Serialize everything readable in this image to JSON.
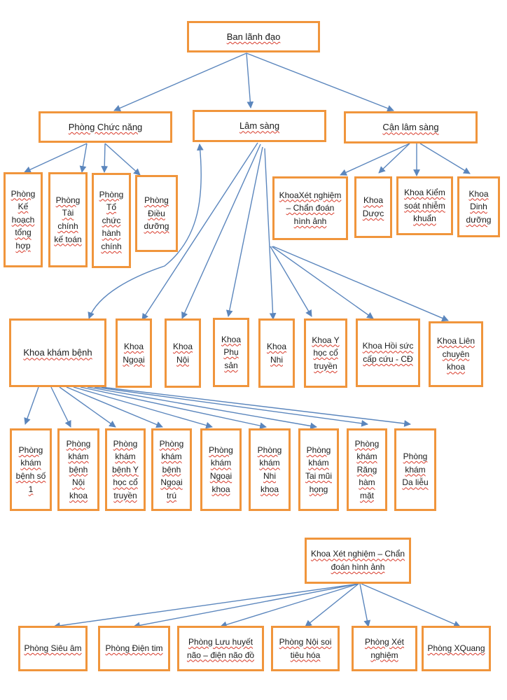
{
  "colors": {
    "box_border": "#f0953c",
    "connector": "#5b86bd",
    "spell_underline": "#d83a2a"
  },
  "nodes": {
    "ban_lanh_dao": "Ban lãnh đạo",
    "phong_chuc_nang": "Phòng Chức năng",
    "lam_sang": "Lâm sàng",
    "can_lam_sang": "Cận lâm sàng",
    "p_ke_hoach": "Phòng Kế hoạch tổng hợp",
    "p_tai_chinh": "Phòng Tài chính kế toán",
    "p_to_chuc": "Phòng Tổ chức hành chính",
    "p_dieu_duong": "Phòng Điều dưỡng",
    "k_xet_nghiem": "KhoaXét nghiệm – Chẩn đoán hình ảnh",
    "k_duoc": "Khoa Dược",
    "k_ksnk": "Khoa Kiểm soát nhiễm khuẩn",
    "k_dinh_duong": "Khoa Dinh dưỡng",
    "k_kham_benh": "Khoa khám bệnh",
    "k_ngoai": "Khoa Ngoại",
    "k_noi": "Khoa Nội",
    "k_phu_san": "Khoa Phụ sản",
    "k_nhi": "Khoa Nhi",
    "k_yhct": "Khoa Y học cổ truyền",
    "k_hoi_suc": "Khoa Hồi sức cấp cứu - CĐ",
    "k_lien_ck": "Khoa Liên chuyên khoa",
    "pk_so1": "Phòng khám bệnh số 1",
    "pk_noi": "Phòng khám bệnh Nội khoa",
    "pk_yhct": "Phòng khám bệnh Y học cổ truyền",
    "pk_ngoai_tru": "Phòng khám bệnh Ngoại trú",
    "pk_ngoai_khoa": "Phòng khám Ngoại khoa",
    "pk_nhi": "Phòng khám Nhi khoa",
    "pk_tmh": "Phòng khám Tai mũi họng",
    "pk_rhm": "Phòng khám Răng hàm mặt",
    "pk_da_lieu": "Phòng khám Da liễu",
    "k_xn_cdha": "Khoa Xét nghiệm – Chẩn đoán hình ảnh",
    "p_sieu_am": "Phòng Siêu âm",
    "p_dien_tim": "Phòng Điện tim",
    "p_luu_huyet_nao": "Phòng Lưu huyết não – điện não đồ",
    "p_noi_soi": "Phòng Nội soi tiêu hóa",
    "p_xet_nghiem": "Phòng Xét nghiệm",
    "p_xquang": "Phòng XQuang"
  }
}
